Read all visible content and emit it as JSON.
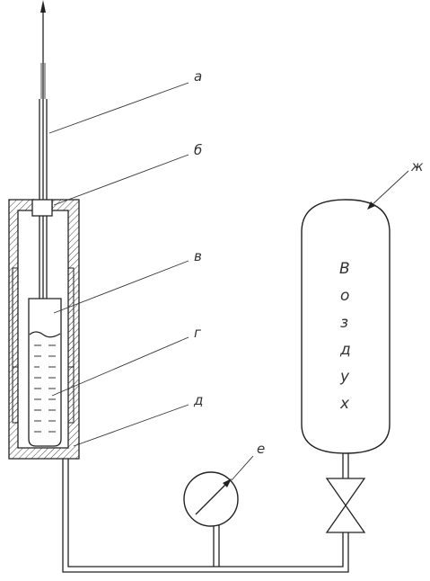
{
  "labels": {
    "a": "а",
    "b": "б",
    "v": "в",
    "g": "г",
    "d": "д",
    "e": "е",
    "zh": "ж"
  },
  "tank_text": [
    "В",
    "о",
    "з",
    "д",
    "у",
    "х"
  ]
}
